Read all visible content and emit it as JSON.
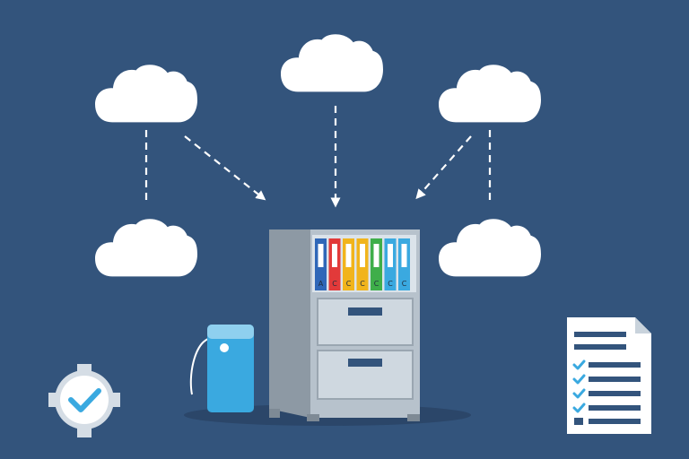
{
  "colors": {
    "background": "#33547c",
    "cloud": "#ffffff",
    "arrow": "#ffffff",
    "cabinet_body": "#b7c2cc",
    "cabinet_side": "#8d99a4",
    "cabinet_drawer": "#cfd8e0",
    "shadow": "#2b4669",
    "drive": "#3aa9e0",
    "check": "#3aa9e0",
    "document": "#ffffff"
  },
  "icons": {
    "clouds": "cloud-icon",
    "cabinet": "filing-cabinet-icon",
    "drive": "external-drive-icon",
    "clock": "clock-check-icon",
    "document": "checklist-document-icon"
  },
  "binders": [
    {
      "color": "#2f67b8",
      "mark": "A"
    },
    {
      "color": "#e23a3a",
      "mark": "C"
    },
    {
      "color": "#f1b41c",
      "mark": "C"
    },
    {
      "color": "#f1b41c",
      "mark": "C"
    },
    {
      "color": "#3fae4a",
      "mark": "C"
    },
    {
      "color": "#3aa9e0",
      "mark": "C"
    },
    {
      "color": "#3aa9e0",
      "mark": "C"
    }
  ],
  "checklist_items": 4
}
